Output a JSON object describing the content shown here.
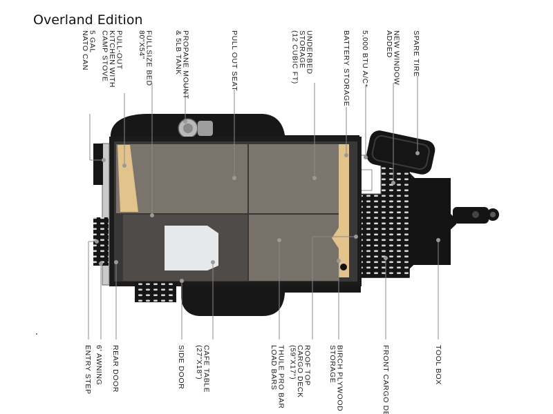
{
  "title": "Overland Edition",
  "top_labels": [
    [
      "5 GAL",
      "NATO CAN"
    ],
    [
      "PULL-OUT",
      "KITCHEN WITH",
      "CAMP STOVE"
    ],
    [
      "FULLSIZE BED",
      "80\"X54\""
    ],
    [
      "PROPANE MOUNT",
      "& 5LB TANK"
    ],
    [
      "PULL OUT SEAT"
    ],
    [
      "UNDERBED",
      "STORAGE",
      "(12 CUBIC FT)"
    ],
    [
      "BATTERY STORAGE"
    ],
    [
      "5,000 BTU A/C*"
    ],
    [
      "NEW WINDOW",
      "ADDED"
    ],
    [
      "SPARE TIRE"
    ]
  ],
  "bottom_labels": [
    [
      "ENTRY STEP"
    ],
    [
      "6' AWNING"
    ],
    [
      "REAR DOOR"
    ],
    [
      "SIDE DOOR"
    ],
    [
      "CAFE TABLE",
      "(27\"X18\")"
    ],
    [
      "THULE PRO BAR",
      "LOAD BARS"
    ],
    [
      "ROOF TOP",
      "CARGO DECK",
      "(59\"X17\")"
    ],
    [
      "BIRCH PLYWOOD",
      "STORAGE"
    ],
    [
      "FRONT CARGO DECK"
    ],
    [
      "TOOL BOX"
    ]
  ],
  "colors": {
    "frame": "#1c1c1c",
    "floor_gray": "#7b746d",
    "floor_dark": "#4e4b49",
    "plywood": "#e3c38c",
    "table": "#e6e8ea"
  }
}
